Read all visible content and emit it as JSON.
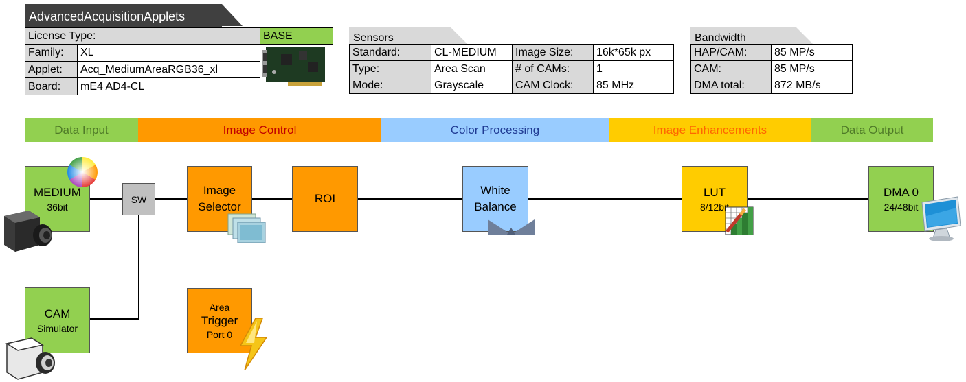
{
  "header": {
    "title": "AdvancedAcquisitionApplets",
    "license_label": "License Type:",
    "license_value": "BASE",
    "family_label": "Family:",
    "family_value": "XL",
    "applet_label": "Applet:",
    "applet_value": "Acq_MediumAreaRGB36_xl",
    "board_label": "Board:",
    "board_value": "mE4 AD4-CL"
  },
  "sensors": {
    "title": "Sensors",
    "standard_label": "Standard:",
    "standard_value": "CL-MEDIUM",
    "type_label": "Type:",
    "type_value": "Area Scan",
    "mode_label": "Mode:",
    "mode_value": "Grayscale",
    "image_size_label": "Image Size:",
    "image_size_value": "16k*65k px",
    "cams_label": "# of CAMs:",
    "cams_value": "1",
    "clock_label": "CAM Clock:",
    "clock_value": "85 MHz"
  },
  "bandwidth": {
    "title": "Bandwidth",
    "hap_label": "HAP/CAM:",
    "hap_value": "85 MP/s",
    "cam_label": "CAM:",
    "cam_value": "85 MP/s",
    "dma_label": "DMA total:",
    "dma_value": "872 MB/s"
  },
  "stages": {
    "data_input": "Data Input",
    "image_control": "Image Control",
    "color_processing": "Color Processing",
    "image_enhancements": "Image Enhancements",
    "data_output": "Data Output"
  },
  "blocks": {
    "medium_title": "MEDIUM",
    "medium_sub": "36bit",
    "sw": "SW",
    "selector_line1": "Image",
    "selector_line2": "Selector",
    "roi": "ROI",
    "wb_line1": "White",
    "wb_line2": "Balance",
    "lut_title": "LUT",
    "lut_sub": "8/12bit",
    "dma_title": "DMA 0",
    "dma_sub": "24/48bit",
    "cam_title": "CAM",
    "cam_sub": "Simulator",
    "trigger_line1": "Area",
    "trigger_line2": "Trigger",
    "trigger_line3": "Port 0"
  },
  "colors": {
    "green": "#92d050",
    "orange": "#ff9900",
    "blue": "#99ccff",
    "yellow": "#ffcc00",
    "gray": "#c0c0c0"
  },
  "icons": [
    "color-wheel-icon",
    "camera-icon",
    "simulator-camera-icon",
    "image-stack-icon",
    "balance-icon",
    "lut-grid-icon",
    "monitor-icon",
    "lightning-icon",
    "framegrabber-board-icon"
  ]
}
